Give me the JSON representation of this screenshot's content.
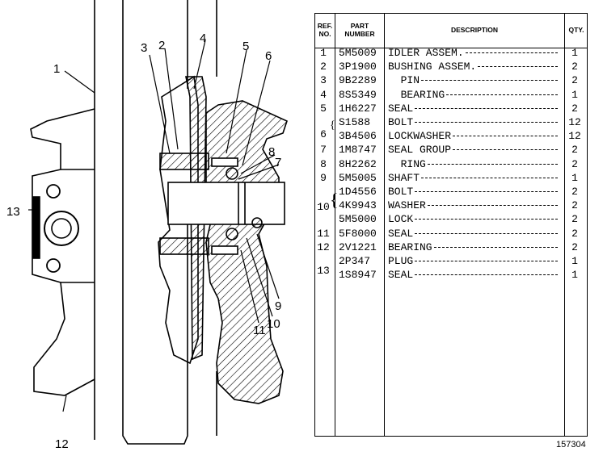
{
  "table": {
    "headers": {
      "ref_line1": "REF.",
      "ref_line2": "NO.",
      "part_line1": "PART",
      "part_line2": "NUMBER",
      "description": "DESCRIPTION",
      "qty": "QTY."
    },
    "rows": [
      {
        "ref": "1",
        "part": "5M5009",
        "description": "IDLER ASSEM.",
        "qty": "1"
      },
      {
        "ref": "2",
        "part": "3P1900",
        "description": "BUSHING ASSEM.",
        "qty": "2"
      },
      {
        "ref": "3",
        "part": "9B2289",
        "description": "  PIN",
        "qty": "2"
      },
      {
        "ref": "4",
        "part": "8S5349",
        "description": "  BEARING",
        "qty": "1"
      },
      {
        "ref": "5",
        "part": "1H6227",
        "description": "SEAL",
        "qty": "2"
      },
      {
        "ref": "",
        "part": "S1588",
        "description": "BOLT",
        "qty": "12"
      },
      {
        "ref": "",
        "part": "3B4506",
        "description": "LOCKWASHER",
        "qty": "12"
      },
      {
        "ref": "7",
        "part": "1M8747",
        "description": "SEAL GROUP",
        "qty": "2"
      },
      {
        "ref": "8",
        "part": "8H2262",
        "description": "  RING",
        "qty": "2"
      },
      {
        "ref": "9",
        "part": "5M5005",
        "description": "SHAFT",
        "qty": "1"
      },
      {
        "ref": "",
        "part": "1D4556",
        "description": "BOLT",
        "qty": "2"
      },
      {
        "ref": "",
        "part": "4K9943",
        "description": "WASHER",
        "qty": "2"
      },
      {
        "ref": "",
        "part": "5M5000",
        "description": "LOCK",
        "qty": "2"
      },
      {
        "ref": "11",
        "part": "5F8000",
        "description": "SEAL",
        "qty": "2"
      },
      {
        "ref": "12",
        "part": "2V1221",
        "description": "BEARING",
        "qty": "2"
      },
      {
        "ref": "",
        "part": "2P347",
        "description": "PLUG",
        "qty": "1"
      },
      {
        "ref": "",
        "part": "1S8947",
        "description": "SEAL",
        "qty": "1"
      }
    ],
    "groups": [
      {
        "ref": "6"
      },
      {
        "ref": "10"
      },
      {
        "ref": "13"
      }
    ]
  },
  "callouts": [
    "1",
    "2",
    "3",
    "4",
    "5",
    "6",
    "7",
    "8",
    "9",
    "10",
    "11",
    "12",
    "13"
  ],
  "figure_number": "157304"
}
